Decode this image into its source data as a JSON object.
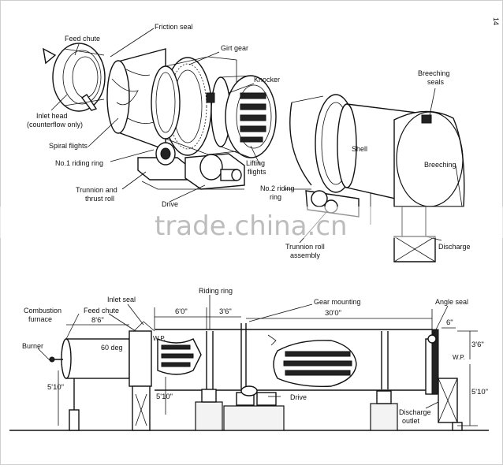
{
  "page_number": "14",
  "watermark": "trade.china.cn",
  "top_labels": {
    "feed_chute": "Feed chute",
    "friction_seal": "Friction seal",
    "girt_gear": "Girt gear",
    "knocker": "Knocker",
    "breeching_seals_1": "Breeching",
    "breeching_seals_2": "seals",
    "inlet_head_1": "Inlet head",
    "inlet_head_2": "(counterflow only)",
    "spiral_flights": "Spiral flights",
    "no1_riding_ring": "No.1 riding ring",
    "lifting_flights_1": "Lifting",
    "lifting_flights_2": "flights",
    "shell": "Shell",
    "breeching": "Breeching",
    "trunnion_thrust_1": "Trunnion and",
    "trunnion_thrust_2": "thrust roll",
    "no2_riding_ring_1": "No.2 riding",
    "no2_riding_ring_2": "ring",
    "drive_top": "Drive",
    "trunnion_roll_1": "Trunnion roll",
    "trunnion_roll_2": "assembly",
    "discharge": "Discharge"
  },
  "bottom_labels": {
    "inlet_seal": "Inlet seal",
    "riding_ring": "Riding ring",
    "gear_mounting": "Gear mounting",
    "angle_seal": "Angle seal",
    "combustion_furnace_1": "Combustion",
    "combustion_furnace_2": "furnace",
    "feed_chute": "Feed chute",
    "burner": "Burner",
    "angle": "60 deg",
    "wp_left": "W.P.",
    "wp_right": "W.P.",
    "drive": "Drive",
    "discharge_outlet_1": "Discharge",
    "discharge_outlet_2": "outlet"
  },
  "dimensions": {
    "d_8_6": "8'6\"",
    "d_6_0": "6'0\"",
    "d_3_6_top": "3'6\"",
    "d_30_0": "30'0\"",
    "d_6": "6\"",
    "d_3_6_right": "3'6\"",
    "d_5_10_left": "5'10\"",
    "d_5_10_mid": "5'10\"",
    "d_5_10_right": "5'10\""
  }
}
